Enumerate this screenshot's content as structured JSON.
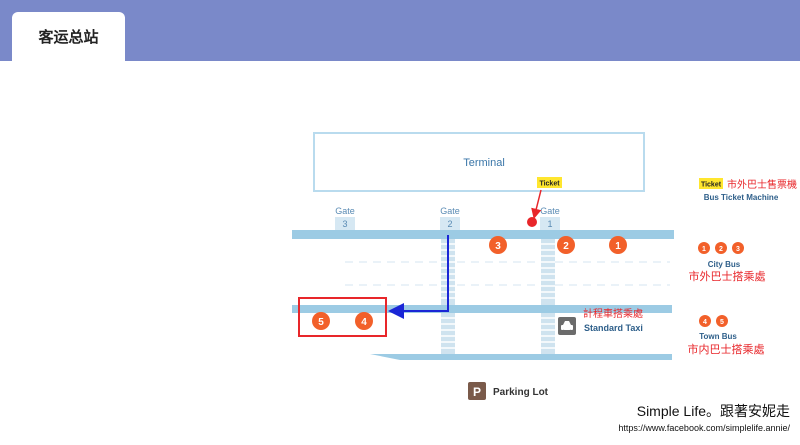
{
  "tab": {
    "label": "客运总站"
  },
  "map": {
    "terminal_label": "Terminal",
    "ticket_marker_label": "Ticket",
    "gates": [
      {
        "word": "Gate",
        "number": "3"
      },
      {
        "word": "Gate",
        "number": "2"
      },
      {
        "word": "Gate",
        "number": "1"
      }
    ],
    "stops": [
      {
        "number": "1"
      },
      {
        "number": "2"
      },
      {
        "number": "3"
      },
      {
        "number": "4"
      },
      {
        "number": "5"
      }
    ],
    "taxi_cn": "計程車搭乘處",
    "taxi_en": "Standard Taxi",
    "parking_icon": "P",
    "parking_label": "Parking Lot"
  },
  "legend": {
    "ticket_badge": "Ticket",
    "ticket_cn": "市外巴士售票機",
    "ticket_en": "Bus Ticket Machine",
    "city_numbers": [
      "1",
      "2",
      "3"
    ],
    "city_en": "City Bus",
    "city_cn": "市外巴士搭乘處",
    "town_numbers": [
      "4",
      "5"
    ],
    "town_en": "Town Bus",
    "town_cn": "市内巴士搭乘處"
  },
  "watermark": {
    "title": "Simple Life。跟著安妮走",
    "url": "https://www.facebook.com/simplelife.annie/"
  },
  "colors": {
    "header": "#7a89c9",
    "road": "#9ccbe4",
    "stop": "#f2602a",
    "highlight": "#e8262a",
    "route_arrow": "#1a26d6"
  }
}
